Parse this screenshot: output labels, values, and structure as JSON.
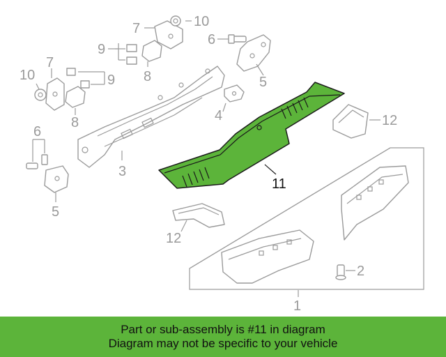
{
  "colors": {
    "highlight": "#5cb43a",
    "part_outline": "#9a9a9a",
    "banner_bg": "#5cb43a"
  },
  "callouts": {
    "c1": "1",
    "c2": "2",
    "c3": "3",
    "c4": "4",
    "c5a": "5",
    "c5b": "5",
    "c6a": "6",
    "c6b": "6",
    "c7a": "7",
    "c7b": "7",
    "c8a": "8",
    "c8b": "8",
    "c9a": "9",
    "c9b": "9",
    "c10a": "10",
    "c10b": "10",
    "c11": "11",
    "c12a": "12",
    "c12b": "12"
  },
  "banner": {
    "line1": "Part or sub-assembly is #11 in diagram",
    "line2": "Diagram may not be specific to your vehicle"
  }
}
